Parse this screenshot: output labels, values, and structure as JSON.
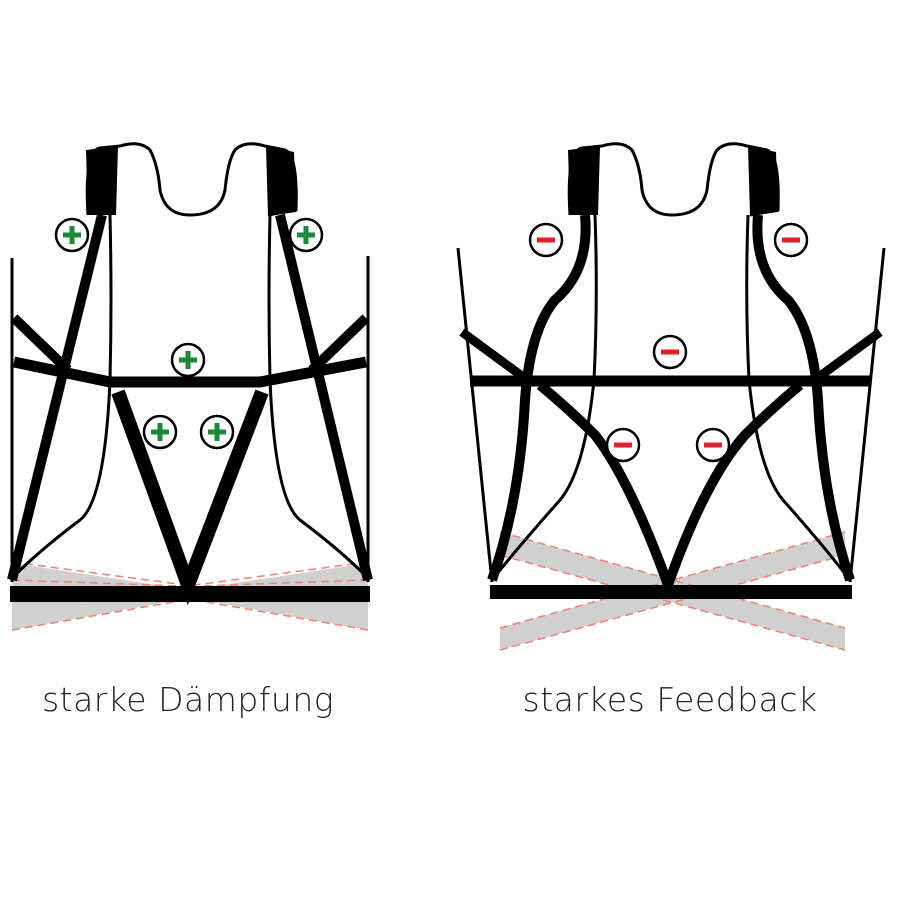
{
  "diagrams": [
    {
      "caption": "starke Dämpfung",
      "marker_symbol": "plus",
      "marker_color": "#1a8a3a"
    },
    {
      "caption": "starkes Feedback",
      "marker_symbol": "minus",
      "marker_color": "#e0202a"
    }
  ],
  "colors": {
    "strap": "#000000",
    "band": "#d0d0d0",
    "band_outline": "#f08070"
  }
}
